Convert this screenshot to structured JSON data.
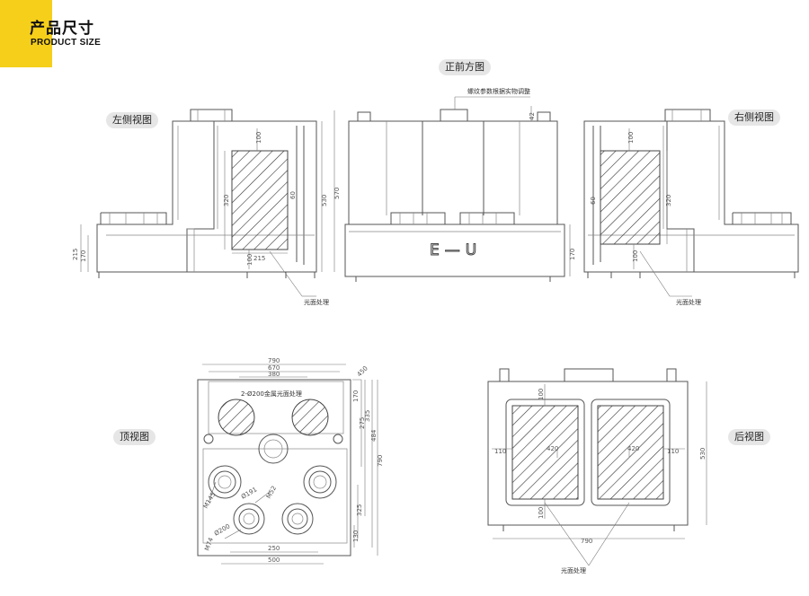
{
  "header": {
    "title_cn": "产品尺寸",
    "title_en": "PRODUCT SIZE"
  },
  "colors": {
    "accent": "#f6cf1a",
    "line": "#555555",
    "label_bg": "#e6e6e6"
  },
  "views": {
    "front": "正前方图",
    "left": "左侧视图",
    "right": "右侧视图",
    "top": "顶视图",
    "back": "后视图"
  },
  "notes": {
    "screw_note": "螺纹参数根据实物调整",
    "surface_left": "光面处理",
    "surface_right": "光面处理",
    "surface_back": "光面处理",
    "top_holes": "2-Ø200金属光面处理",
    "logo_text": "E—U"
  },
  "dims": {
    "left": {
      "d100_top": "100",
      "d320": "320",
      "d530": "530",
      "d570": "570",
      "d60": "60",
      "d215_h": "215",
      "d100_bot": "100",
      "d215_v": "215",
      "d170": "170"
    },
    "front": {
      "d42": "42",
      "d170": "170"
    },
    "right": {
      "d100_top": "100",
      "d60": "60",
      "d320": "320",
      "d100_bot": "100"
    },
    "top": {
      "w790": "790",
      "w670": "670",
      "w380": "380",
      "w250": "250",
      "w500": "500",
      "r275": "275",
      "r335": "335",
      "r484": "484",
      "r790": "790",
      "r325": "325",
      "r130": "130",
      "r170": "170",
      "r450": "450",
      "m145": "M145",
      "d191": "Ø191",
      "m52": "M52",
      "d200": "Ø200",
      "m74": "M74"
    },
    "back": {
      "d100_top": "100",
      "d110_l": "110",
      "d110_r": "110",
      "d420_l": "420",
      "d420_r": "420",
      "d100_bot": "100",
      "w790": "790",
      "h530": "530"
    }
  }
}
